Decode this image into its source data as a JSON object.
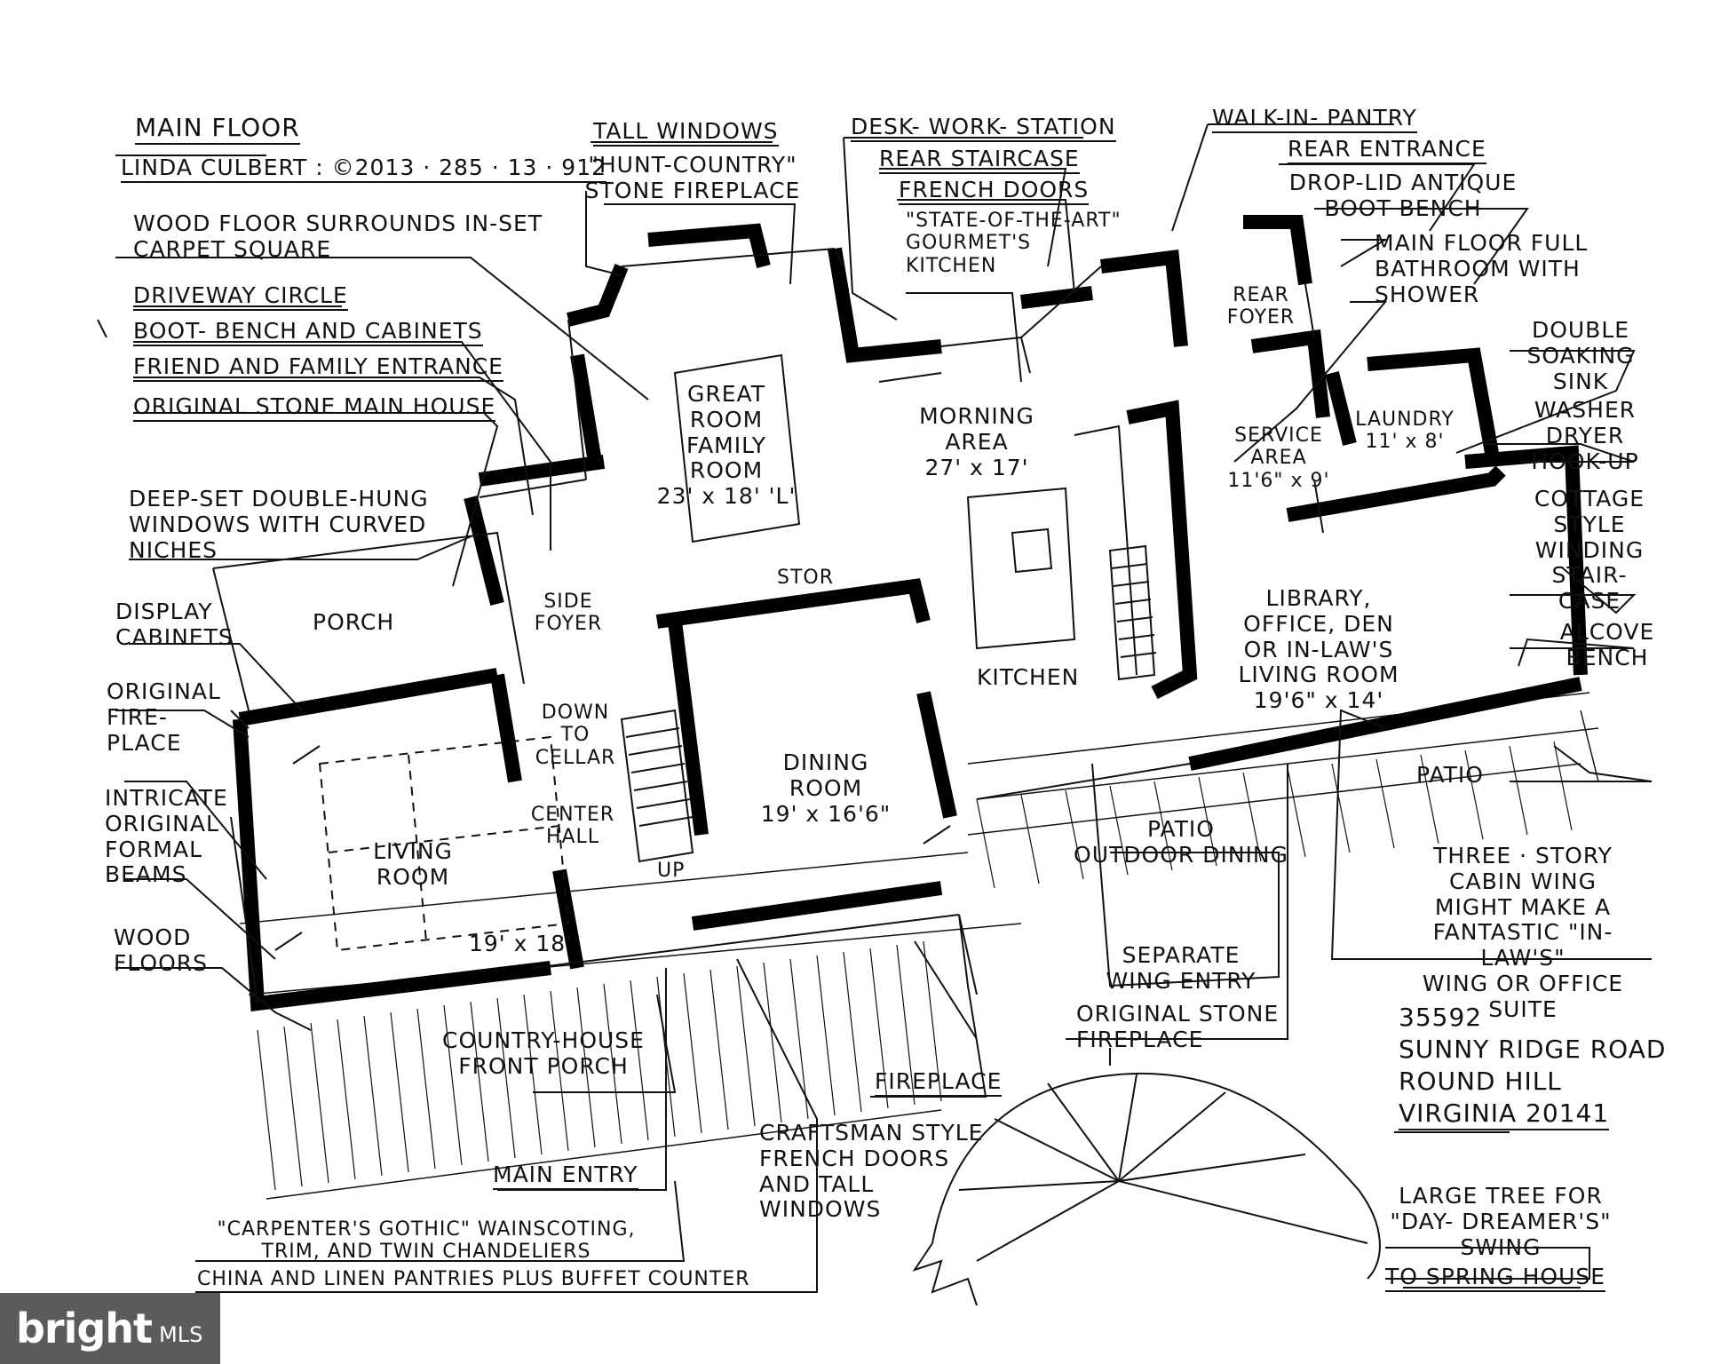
{
  "header": {
    "title": "MAIN FLOOR",
    "credit": "LINDA CULBERT : ©2013 · 285 · 13 · 912"
  },
  "address": {
    "line1": "35592",
    "line2": "SUNNY RIDGE ROAD",
    "line3": "ROUND HILL",
    "line4": "VIRGINIA   20141"
  },
  "rooms": {
    "great_room": "GREAT\nROOM\nFAMILY\nROOM\n23' x 18' 'L'",
    "morning_area": "MORNING\nAREA\n27' x 17'",
    "service_area": "SERVICE\nAREA\n11'6\" x 9'",
    "laundry": "LAUNDRY\n11' x 8'",
    "library": "LIBRARY,\nOFFICE, DEN\nOR IN-LAW'S\nLIVING ROOM\n19'6\" x 14'",
    "dining": "DINING\nROOM\n19' x 16'6\"",
    "living": "LIVING\nROOM",
    "living_dim": "19' x 18'",
    "kitchen": "KITCHEN",
    "porch": "PORCH",
    "side_foyer": "SIDE\nFOYER",
    "stor": "STOR",
    "down_cellar": "DOWN\nTO\nCELLAR",
    "center_hall": "CENTER\nHALL",
    "up": "UP",
    "rear_foyer": "REAR\nFOYER",
    "patio_right": "PATIO",
    "front_porch": "COUNTRY-HOUSE\nFRONT PORCH"
  },
  "callouts": {
    "wood_floor": "WOOD FLOOR SURROUNDS IN-SET\nCARPET SQUARE",
    "driveway": "DRIVEWAY CIRCLE",
    "boot_bench": "BOOT- BENCH AND CABINETS",
    "friend_entrance": "FRIEND AND FAMILY ENTRANCE",
    "original_stone": "ORIGINAL STONE MAIN HOUSE",
    "deep_set": "DEEP-SET DOUBLE-HUNG\nWINDOWS WITH CURVED\nNICHES",
    "display_cabinets": "DISPLAY\nCABINETS",
    "original_fireplace": "ORIGINAL\nFIRE-\nPLACE",
    "beams": "INTRICATE\nORIGINAL\nFORMAL\nBEAMS",
    "wood_floors": "WOOD\nFLOORS",
    "tall_windows": "TALL WINDOWS",
    "hunt_country": "\"HUNT-COUNTRY\"\nSTONE FIREPLACE",
    "desk": "DESK- WORK- STATION",
    "rear_staircase": "REAR STAIRCASE",
    "french_doors": "FRENCH DOORS",
    "state_of_art": "\"STATE-OF-THE-ART\"\nGOURMET'S\nKITCHEN",
    "walk_in_pantry": "WALK-IN- PANTRY",
    "rear_entrance": "REAR ENTRANCE",
    "drop_lid": "DROP-LID ANTIQUE\nBOOT BENCH",
    "main_bath": "MAIN FLOOR FULL\nBATHROOM WITH\nSHOWER",
    "double_sink": "DOUBLE\nSOAKING\nSINK",
    "washer": "WASHER\nDRYER\nHOOK-UP",
    "cottage_stair": "COTTAGE\nSTYLE\nWINDING\nSTAIR-\nCASE",
    "alcove_bench": "ALCOVE\nBENCH",
    "three_story": "THREE · STORY\nCABIN WING\nMIGHT MAKE A\nFANTASTIC \"IN-LAW'S\"\nWING OR OFFICE SUITE",
    "patio_outdoor": "PATIO\nOUTDOOR DINING",
    "separate_wing": "SEPARATE\nWING ENTRY",
    "original_stone_fp": "ORIGINAL STONE\nFIREPLACE",
    "fireplace": "FIREPLACE",
    "craftsman": "CRAFTSMAN STYLE\nFRENCH DOORS\nAND TALL\nWINDOWS",
    "main_entry": "MAIN ENTRY",
    "carpenters": "\"CARPENTER'S GOTHIC\" WAINSCOTING,\nTRIM, AND TWIN CHANDELIERS",
    "china": "CHINA AND LINEN PANTRIES PLUS BUFFET COUNTER",
    "large_tree": "LARGE TREE FOR\n\"DAY- DREAMER'S\"\nSWING",
    "spring_house": "TO SPRING HOUSE"
  },
  "watermark": {
    "brand": "bright",
    "suffix": "MLS"
  }
}
